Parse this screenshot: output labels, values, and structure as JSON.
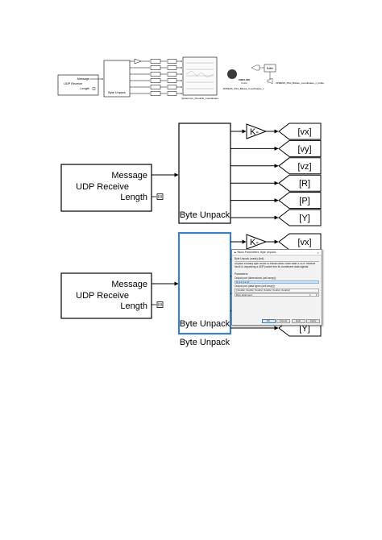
{
  "model": {
    "source_block": {
      "name": "UDP Receive",
      "ports": [
        "Message",
        "Length"
      ]
    },
    "unpack_block": {
      "name": "Byte Unpack"
    },
    "outputs": [
      "[vx]",
      "[vy]",
      "[vz]",
      "[R]",
      "[P]",
      "[Y]"
    ],
    "gain_label": "K-",
    "caption": "Byte Unpack"
  },
  "thumbnail": {
    "scope_label": "Quaternion_Simulink_Coordinates",
    "logo_line1": "SIMULINK",
    "logo_line2": "Coder",
    "logo_caption": "XPRESS_Pilot_Bitrate_Coordinates_v",
    "buffer_label": "Buffer",
    "audio_caption": "XPRESS_Pilot_Bitrate_Coordinates_v_buffer"
  },
  "dialog": {
    "title": "Block Parameters: Byte Unpack",
    "section": "Byte Unpack (mask) (link)",
    "description": "Unpack a binary byte vector to extract data. Insert after a UDP Receive block to unpacking a UDP packet into its constituent data signals.",
    "params_header": "Parameters",
    "output_types_label": "Output port (dimensions (cell array)):",
    "output_types_value": "{1,1,1,1,1,1}",
    "datatypes_label": "Output port (data types (cell array)):",
    "datatypes_value": "{'double','double','double','double','double','double'}",
    "alignment_label": "Byte alignment:",
    "alignment_value": "1",
    "buttons": [
      "OK",
      "Cancel",
      "Help",
      "Apply"
    ]
  }
}
